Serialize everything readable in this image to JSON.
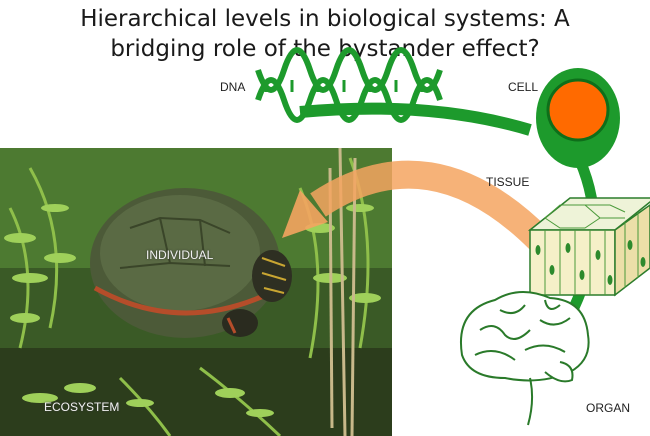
{
  "title": {
    "line1": "Hierarchical levels in biological systems: A",
    "line2": "bridging role of the bystander effect?"
  },
  "labels": {
    "dna": "DNA",
    "cell": "CELL",
    "tissue": "TISSUE",
    "individual": "INDIVIDUAL",
    "ecosystem": "ECOSYSTEM",
    "organ": "ORGAN"
  },
  "colors": {
    "path_green": "#1d9a2c",
    "cell_orange": "#ff6a00",
    "arrow_orange": "#f4a460",
    "tissue_fill": "#f5f0c8",
    "photo_foliage": "#3f6b2a"
  },
  "icons": [
    "dna-helix-icon",
    "cell-icon",
    "tissue-block-icon",
    "brain-icon",
    "turtle-photo"
  ]
}
